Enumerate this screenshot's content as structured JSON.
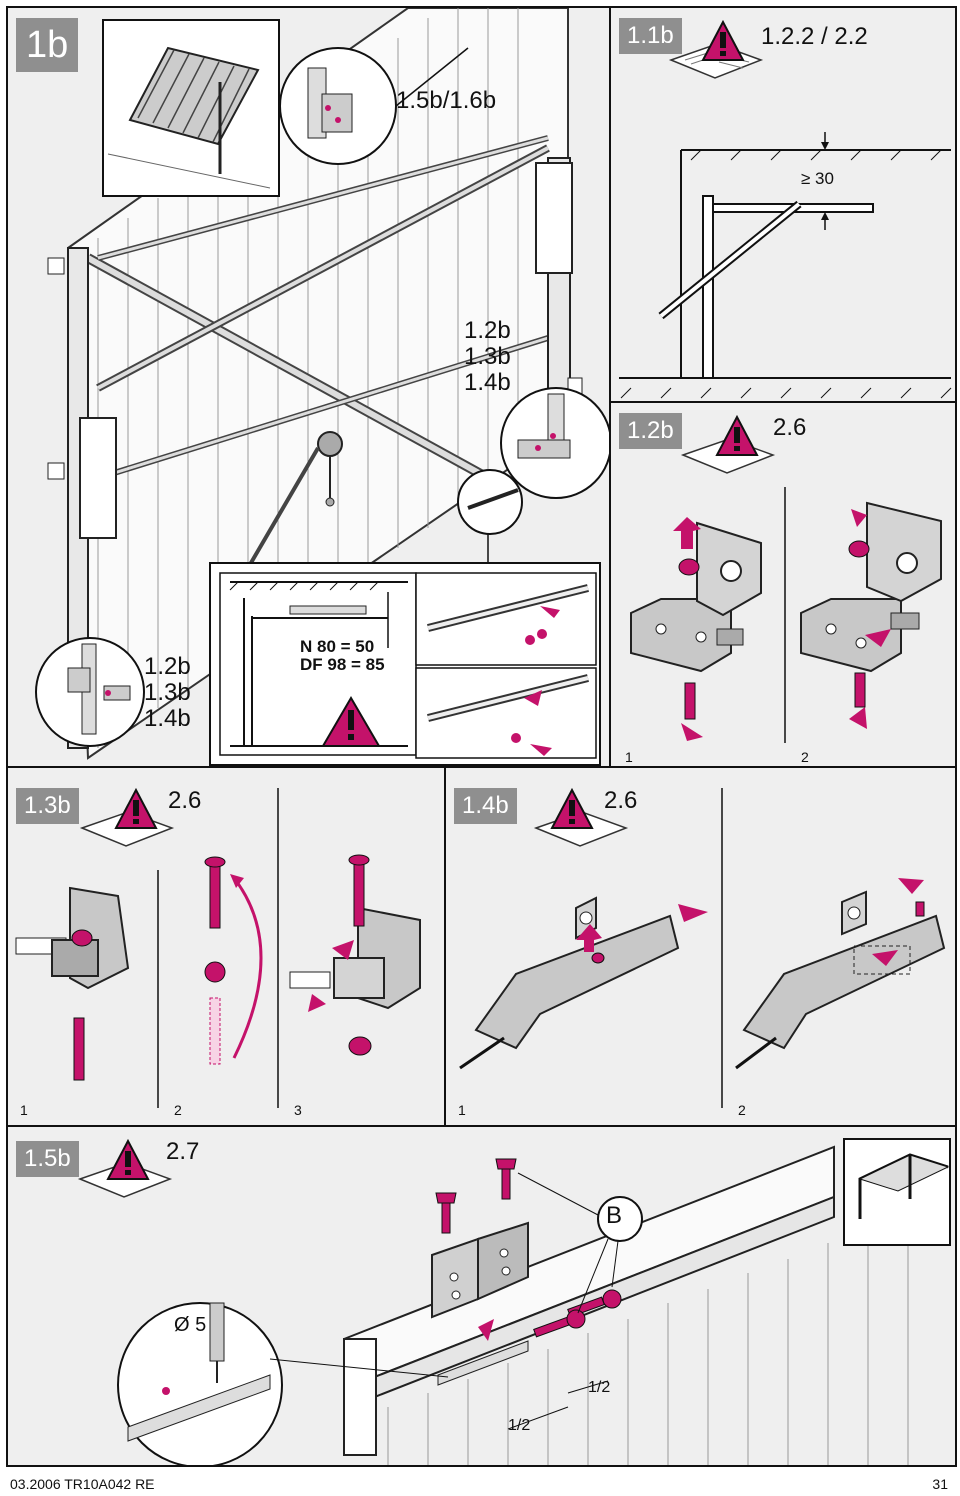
{
  "colors": {
    "accent": "#c4126a",
    "panel_bg": "#efefef",
    "tag_bg": "#8f8f8f"
  },
  "panel_1b": {
    "tag": "1b",
    "callout_top": "1.5b/1.6b",
    "callout_right": "1.2b\n1.3b\n1.4b",
    "callout_left": "1.2b\n1.3b\n1.4b",
    "level_note": "N 80 = 50\nDF 98 = 85"
  },
  "panel_11b": {
    "tag": "1.1b",
    "ref": "1.2.2 / 2.2",
    "clearance": "≥ 30"
  },
  "panel_12b": {
    "tag": "1.2b",
    "ref": "2.6",
    "steps": [
      "1",
      "2"
    ]
  },
  "panel_13b": {
    "tag": "1.3b",
    "ref": "2.6",
    "steps": [
      "1",
      "2",
      "3"
    ]
  },
  "panel_14b": {
    "tag": "1.4b",
    "ref": "2.6",
    "steps": [
      "1",
      "2"
    ]
  },
  "panel_15b": {
    "tag": "1.5b",
    "ref": "2.7",
    "drill": "Ø 5",
    "marker": "B",
    "half_a": "1/2",
    "half_b": "1/2"
  },
  "footer": {
    "left": "03.2006  TR10A042  RE",
    "page": "31"
  },
  "icons": [
    "warning-manual-icon",
    "door-thumbnail-icon",
    "hinge-bracket-icon",
    "bolt-icon",
    "arrow-icon",
    "spirit-level-icon",
    "corner-frame-icon",
    "drill-icon"
  ]
}
